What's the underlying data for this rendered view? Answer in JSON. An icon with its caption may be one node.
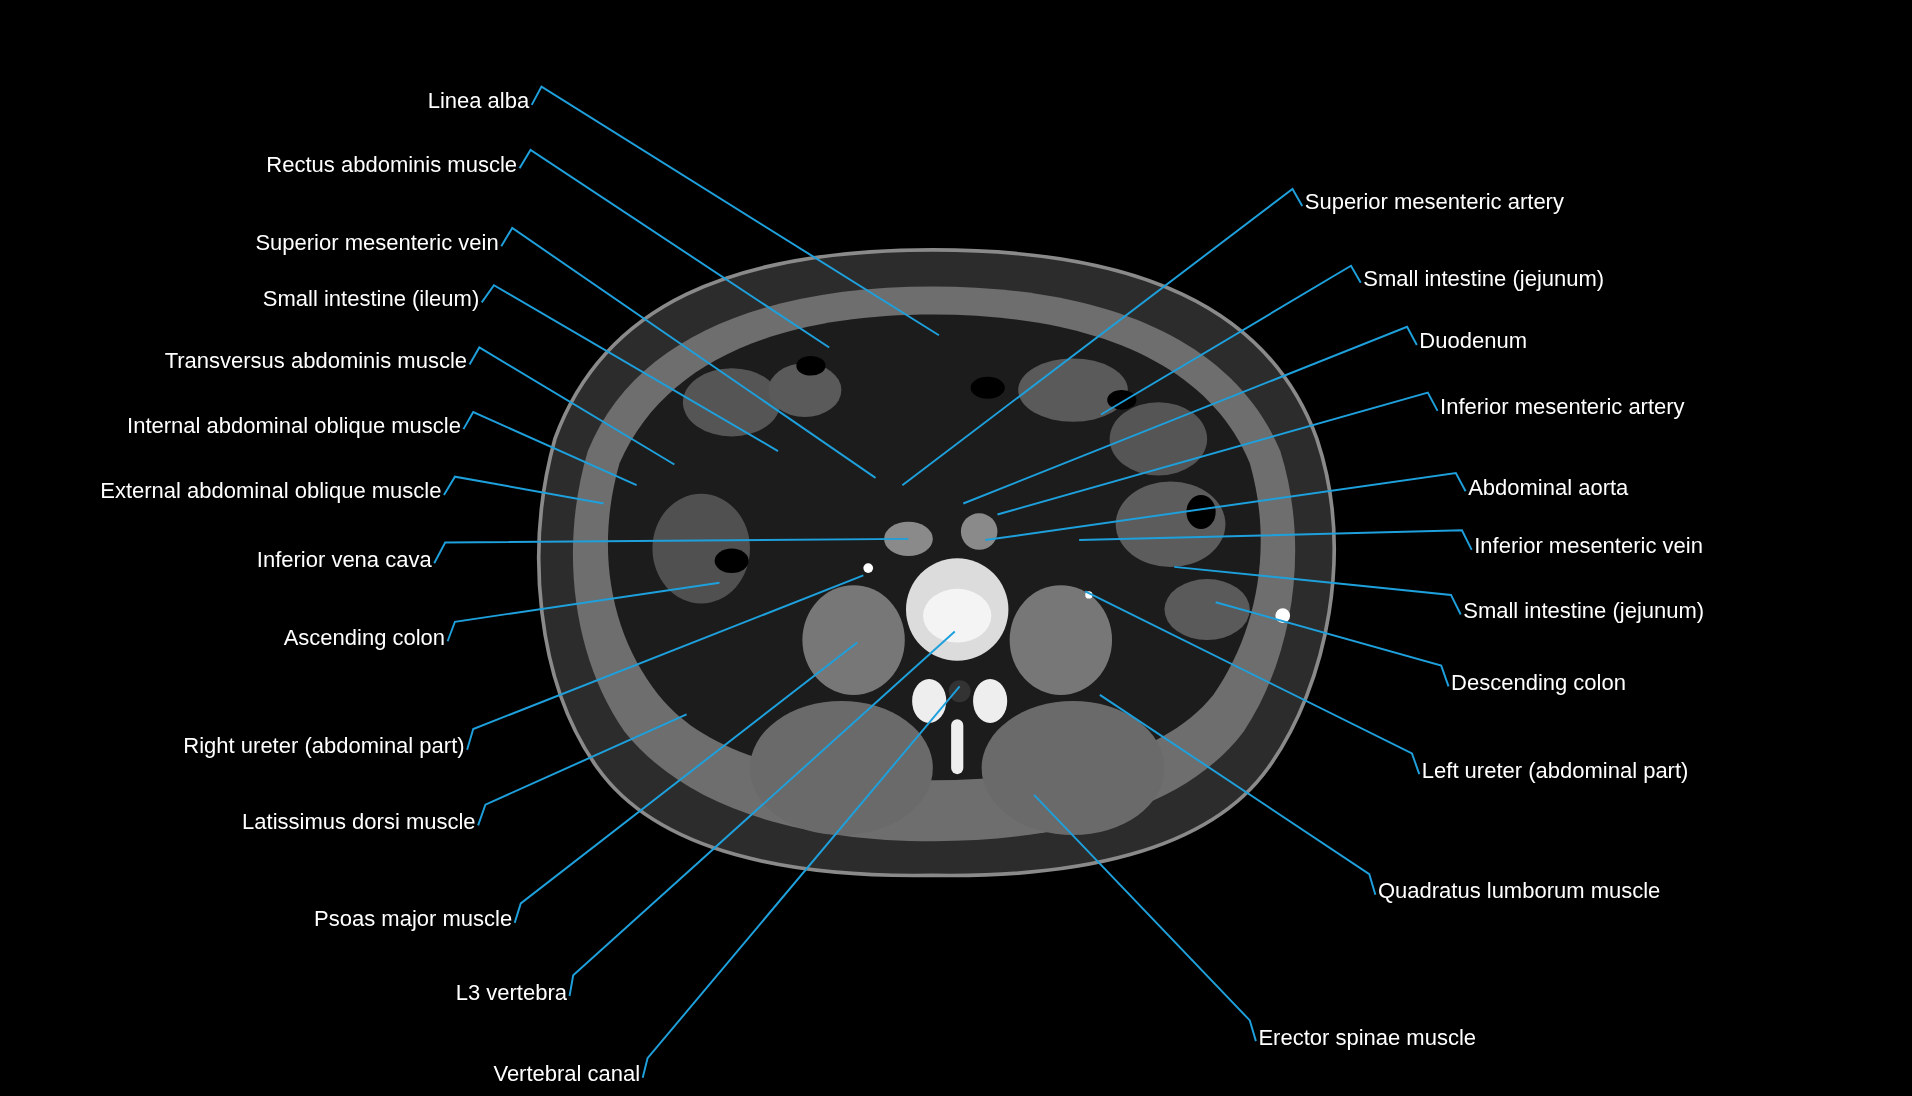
{
  "diagram": {
    "nodes": [
      {
        "text": [
          "Linea alba"
        ]
      },
      {
        "text": [
          "Rectus abdominis muscle"
        ]
      },
      {
        "text": [
          "Superior mesenteric vein"
        ]
      },
      {
        "text": [
          "Small intestine (ileum)"
        ]
      },
      {
        "text": [
          "Transversus abdominis muscle"
        ]
      },
      {
        "text": [
          "Internal abdominal oblique muscle"
        ]
      },
      {
        "text": [
          "External abdominal oblique muscle"
        ]
      },
      {
        "text": [
          "Inferior vena cava"
        ]
      },
      {
        "text": [
          "Ascending colon"
        ]
      },
      {
        "text": [
          "Right ureter (abdominal part)"
        ]
      },
      {
        "text": [
          "Latissimus dorsi muscle"
        ]
      },
      {
        "text": [
          "Psoas major muscle"
        ]
      },
      {
        "text": [
          "L3 vertebra"
        ]
      },
      {
        "text": [
          "Vertebral canal"
        ]
      },
      {
        "text": [
          "Superior mesenteric artery"
        ]
      },
      {
        "text": [
          "Small intestine (jejunum)"
        ]
      },
      {
        "text": [
          "Duodenum"
        ]
      },
      {
        "text": [
          "Inferior mesenteric artery"
        ]
      },
      {
        "text": [
          "Abdominal aorta"
        ]
      },
      {
        "text": [
          "Inferior mesenteric vein"
        ]
      },
      {
        "text": [
          "Small intestine (jejunum)"
        ]
      },
      {
        "text": [
          "Descending colon"
        ]
      },
      {
        "text": [
          "Left ureter (abdominal part)"
        ]
      },
      {
        "text": [
          "Quadratus lumborum muscle"
        ]
      },
      {
        "text": [
          "Erector spinae muscle"
        ]
      }
    ],
    "edges": [
      {
        "from": 0,
        "to": null,
        "arrow": "none"
      },
      {
        "from": 1,
        "to": null,
        "arrow": "none"
      },
      {
        "from": 2,
        "to": null,
        "arrow": "none"
      },
      {
        "from": 3,
        "to": null,
        "arrow": "none"
      },
      {
        "from": 4,
        "to": null,
        "arrow": "none"
      },
      {
        "from": 5,
        "to": null,
        "arrow": "none"
      },
      {
        "from": 6,
        "to": null,
        "arrow": "none"
      },
      {
        "from": 7,
        "to": null,
        "arrow": "none"
      },
      {
        "from": 8,
        "to": null,
        "arrow": "none"
      },
      {
        "from": 9,
        "to": null,
        "arrow": "none"
      },
      {
        "from": 10,
        "to": null,
        "arrow": "none"
      },
      {
        "from": 11,
        "to": null,
        "arrow": "none"
      },
      {
        "from": 12,
        "to": null,
        "arrow": "none"
      },
      {
        "from": 13,
        "to": null,
        "arrow": "none"
      },
      {
        "from": 14,
        "to": null,
        "arrow": "none"
      },
      {
        "from": 15,
        "to": null,
        "arrow": "none"
      },
      {
        "from": 16,
        "to": null,
        "arrow": "none"
      },
      {
        "from": 17,
        "to": null,
        "arrow": "none"
      },
      {
        "from": 18,
        "to": null,
        "arrow": "none"
      },
      {
        "from": 19,
        "to": null,
        "arrow": "none"
      },
      {
        "from": 20,
        "to": null,
        "arrow": "none"
      },
      {
        "from": 21,
        "to": null,
        "arrow": "none"
      },
      {
        "from": 22,
        "to": null,
        "arrow": "none"
      },
      {
        "from": 23,
        "to": null,
        "arrow": "none"
      },
      {
        "from": 24,
        "to": null,
        "arrow": "none"
      }
    ]
  }
}
